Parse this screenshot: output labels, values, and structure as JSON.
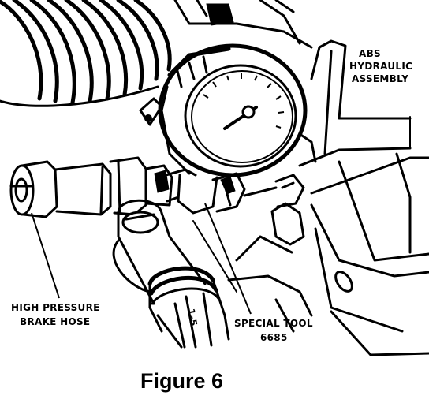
{
  "labels": {
    "abs_line1": "ABS",
    "abs_line2": "HYDRAULIC",
    "abs_line3": "ASSEMBLY",
    "hose_line1": "HIGH PRESSURE",
    "hose_line2": "BRAKE HOSE",
    "tool_line1": "SPECIAL TOOL",
    "tool_line2": "6685",
    "fitting_mark": "1-5"
  },
  "caption": "Figure 6"
}
